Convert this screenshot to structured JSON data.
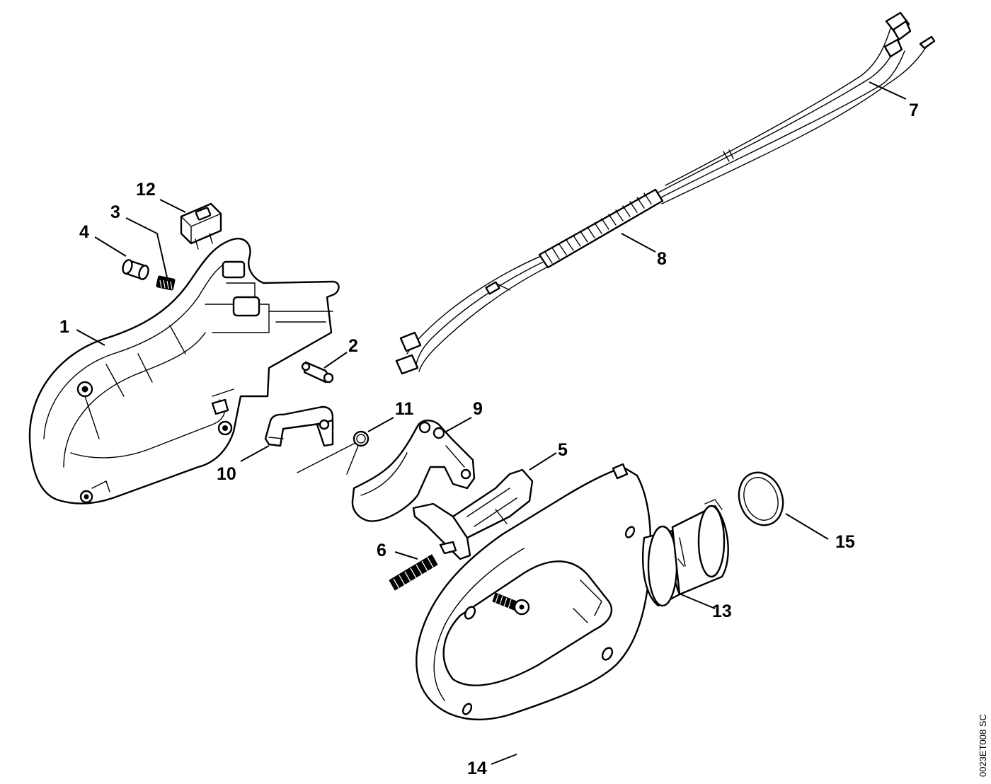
{
  "diagram_code": "0023ET008 SC",
  "parts": [
    {
      "label": "1"
    },
    {
      "label": "2"
    },
    {
      "label": "3"
    },
    {
      "label": "4"
    },
    {
      "label": "5"
    },
    {
      "label": "6"
    },
    {
      "label": "7"
    },
    {
      "label": "8"
    },
    {
      "label": "9"
    },
    {
      "label": "10"
    },
    {
      "label": "11"
    },
    {
      "label": "12"
    },
    {
      "label": "13"
    },
    {
      "label": "14"
    },
    {
      "label": "15"
    }
  ]
}
